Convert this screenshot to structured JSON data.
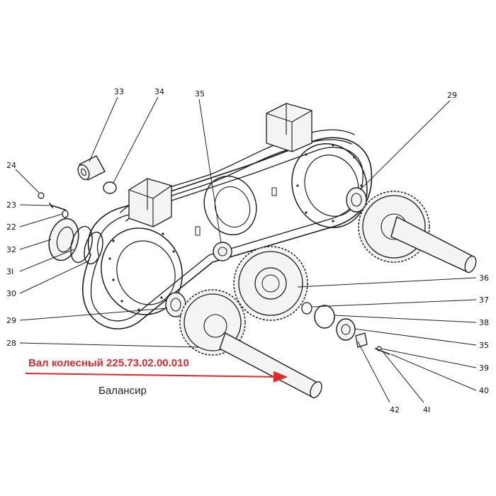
{
  "caption": {
    "part_title": "Вал колесный 225.73.02.00.010",
    "assembly_name": "Балансир"
  },
  "colors": {
    "accent": "#e0282d",
    "ink": "#1a1a1a"
  },
  "callouts": {
    "c33": "33",
    "c34": "34",
    "c35top": "35",
    "c29top": "29",
    "c24": "24",
    "c23": "23",
    "c22": "22",
    "c32": "32",
    "c31": "3I",
    "c30": "30",
    "c29left": "29",
    "c28": "28",
    "c36": "36",
    "c37": "37",
    "c38": "38",
    "c35right": "35",
    "c39": "39",
    "c40": "40",
    "c41": "4I",
    "c42": "42"
  }
}
